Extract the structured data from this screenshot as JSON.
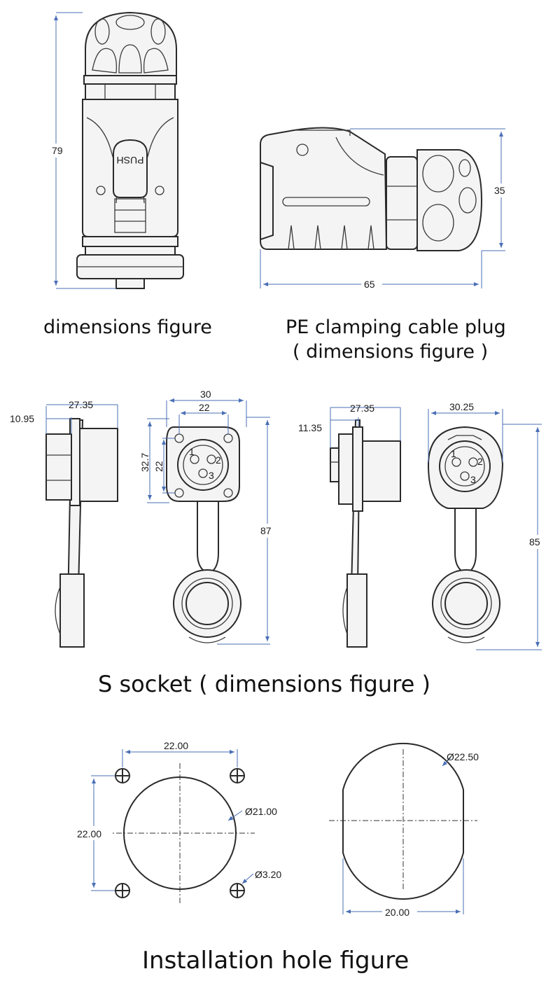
{
  "captions": {
    "plug_side": "dimensions figure",
    "plug_top_line1": "PE  clamping cable plug",
    "plug_top_line2": "( dimensions figure )",
    "socket": "S socket ( dimensions figure )",
    "install": "Installation hole figure"
  },
  "plug": {
    "height": "79",
    "side_height": "35",
    "side_length": "65",
    "push_label": "PUSH"
  },
  "socket_square": {
    "flange_depth": "10.95",
    "body_depth": "27.35",
    "flange_width": "30",
    "hole_spacing_x": "22",
    "flange_height": "32.7",
    "hole_spacing_y": "22",
    "overall_length": "87"
  },
  "socket_round": {
    "flange_depth": "11.35",
    "body_depth": "27.35",
    "width": "30.25",
    "overall_length": "85"
  },
  "pins": {
    "p1": "1",
    "p2": "2",
    "p3": "3"
  },
  "install_square": {
    "hole_spacing_x": "22.00",
    "hole_spacing_y": "22.00",
    "center_hole": "Ø21.00",
    "mount_hole": "Ø3.20"
  },
  "install_round": {
    "diameter": "Ø22.50",
    "flat_width": "20.00"
  }
}
